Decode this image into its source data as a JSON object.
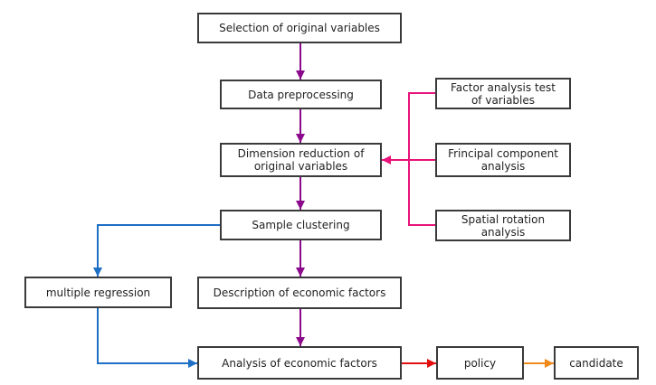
{
  "nodes": {
    "selection": "Selection of original variables",
    "preprocessing": "Data preprocessing",
    "dimension_reduction": "Dimension reduction of\noriginal variables",
    "sample_clustering": "Sample clustering",
    "multiple_regression": "multiple regression",
    "description": "Description of economic factors",
    "analysis": "Analysis of economic factors",
    "policy": "policy",
    "candidate": "candidate",
    "factor_test": "Factor analysis test\nof variables",
    "principal_component": "Frincipal component\nanalysis",
    "spatial_rotation": "Spatial rotation\nanalysis"
  },
  "colors": {
    "main_flow": "#8b0a8b",
    "side_inputs": "#e8127a",
    "regression_path": "#1f6fc5",
    "to_policy": "#e01010",
    "to_candidate": "#f08a1c",
    "box_border": "#3a3a3a"
  }
}
